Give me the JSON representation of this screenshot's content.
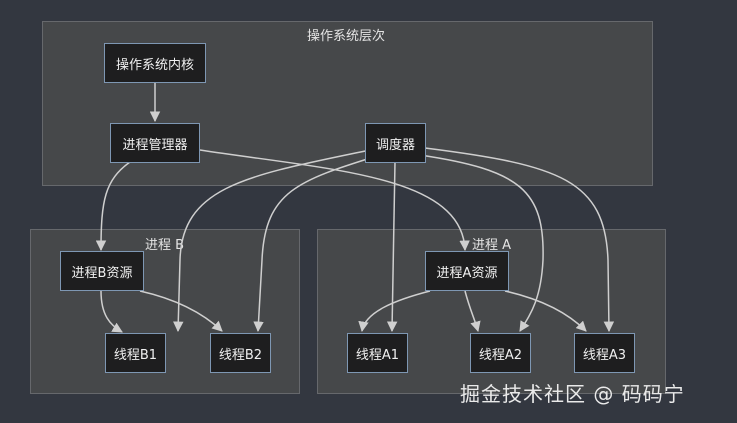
{
  "clusters": {
    "os": {
      "label": "操作系统层次"
    },
    "proc_b": {
      "label": "进程 B"
    },
    "proc_a": {
      "label": "进程 A"
    }
  },
  "nodes": {
    "kernel": "操作系统内核",
    "proc_manager": "进程管理器",
    "scheduler": "调度器",
    "res_b": "进程B资源",
    "res_a": "进程A资源",
    "thread_b1": "线程B1",
    "thread_b2": "线程B2",
    "thread_a1": "线程A1",
    "thread_a2": "线程A2",
    "thread_a3": "线程A3"
  },
  "edges": [
    {
      "from": "kernel",
      "to": "proc_manager"
    },
    {
      "from": "proc_manager",
      "to": "res_b"
    },
    {
      "from": "proc_manager",
      "to": "res_a"
    },
    {
      "from": "scheduler",
      "to": "thread_b1"
    },
    {
      "from": "scheduler",
      "to": "thread_b2"
    },
    {
      "from": "scheduler",
      "to": "thread_a1"
    },
    {
      "from": "scheduler",
      "to": "thread_a2"
    },
    {
      "from": "scheduler",
      "to": "thread_a3"
    },
    {
      "from": "res_b",
      "to": "thread_b1"
    },
    {
      "from": "res_b",
      "to": "thread_b2"
    },
    {
      "from": "res_a",
      "to": "thread_a1"
    },
    {
      "from": "res_a",
      "to": "thread_a2"
    },
    {
      "from": "res_a",
      "to": "thread_a3"
    }
  ],
  "watermark": "掘金技术社区 @ 码码宁",
  "colors": {
    "background": "#333740",
    "cluster_fill": "#46484a",
    "node_fill": "#1e1e1f",
    "node_border": "#7e97b3",
    "edge": "#cfcfcf"
  }
}
